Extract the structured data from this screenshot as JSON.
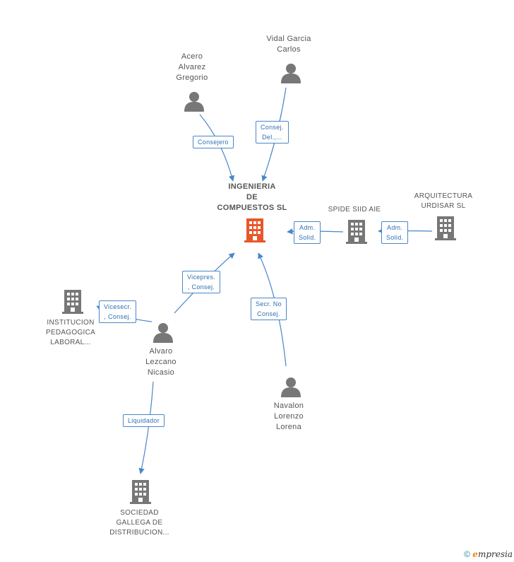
{
  "nodes": {
    "main": {
      "label": "INGENIERIA\nDE\nCOMPUESTOS SL",
      "kind": "company",
      "color": "#e8572a"
    },
    "spide": {
      "label": "SPIDE SIID AIE",
      "kind": "company",
      "color": "#777777"
    },
    "arquitectura": {
      "label": "ARQUITECTURA\nURDISAR SL",
      "kind": "company",
      "color": "#777777"
    },
    "institucion": {
      "label": "INSTITUCION\nPEDAGOGICA\nLABORAL...",
      "kind": "company",
      "color": "#777777"
    },
    "sociedad": {
      "label": "SOCIEDAD\nGALLEGA DE\nDISTRIBUCION...",
      "kind": "company",
      "color": "#777777"
    },
    "acero": {
      "label": "Acero\nAlvarez\nGregorio",
      "kind": "person",
      "color": "#777777"
    },
    "vidal": {
      "label": "Vidal Garcia\nCarlos",
      "kind": "person",
      "color": "#777777"
    },
    "alvaro": {
      "label": "Alvaro\nLezcano\nNicasio",
      "kind": "person",
      "color": "#777777"
    },
    "navalon": {
      "label": "Navalon\nLorenzo\nLorena",
      "kind": "person",
      "color": "#777777"
    }
  },
  "edges": {
    "acero_main": {
      "label": "Consejero"
    },
    "vidal_main": {
      "label": "Consej.\nDel.,..."
    },
    "spide_main": {
      "label": "Adm.\nSolid."
    },
    "arq_spide": {
      "label": "Adm.\nSolid."
    },
    "alvaro_main": {
      "label": "Vicepres.\n, Consej."
    },
    "alvaro_inst": {
      "label": "Vicesecr.\n, Consej."
    },
    "navalon_main": {
      "label": "Secr. No\nConsej."
    },
    "alvaro_soc": {
      "label": "Liquidador"
    }
  },
  "colors": {
    "edge": "#4a86c8",
    "icon": "#777777",
    "highlight": "#e8572a"
  },
  "footer": {
    "copyright": "©",
    "brand_initial": "e",
    "brand_rest": "mpresia"
  }
}
